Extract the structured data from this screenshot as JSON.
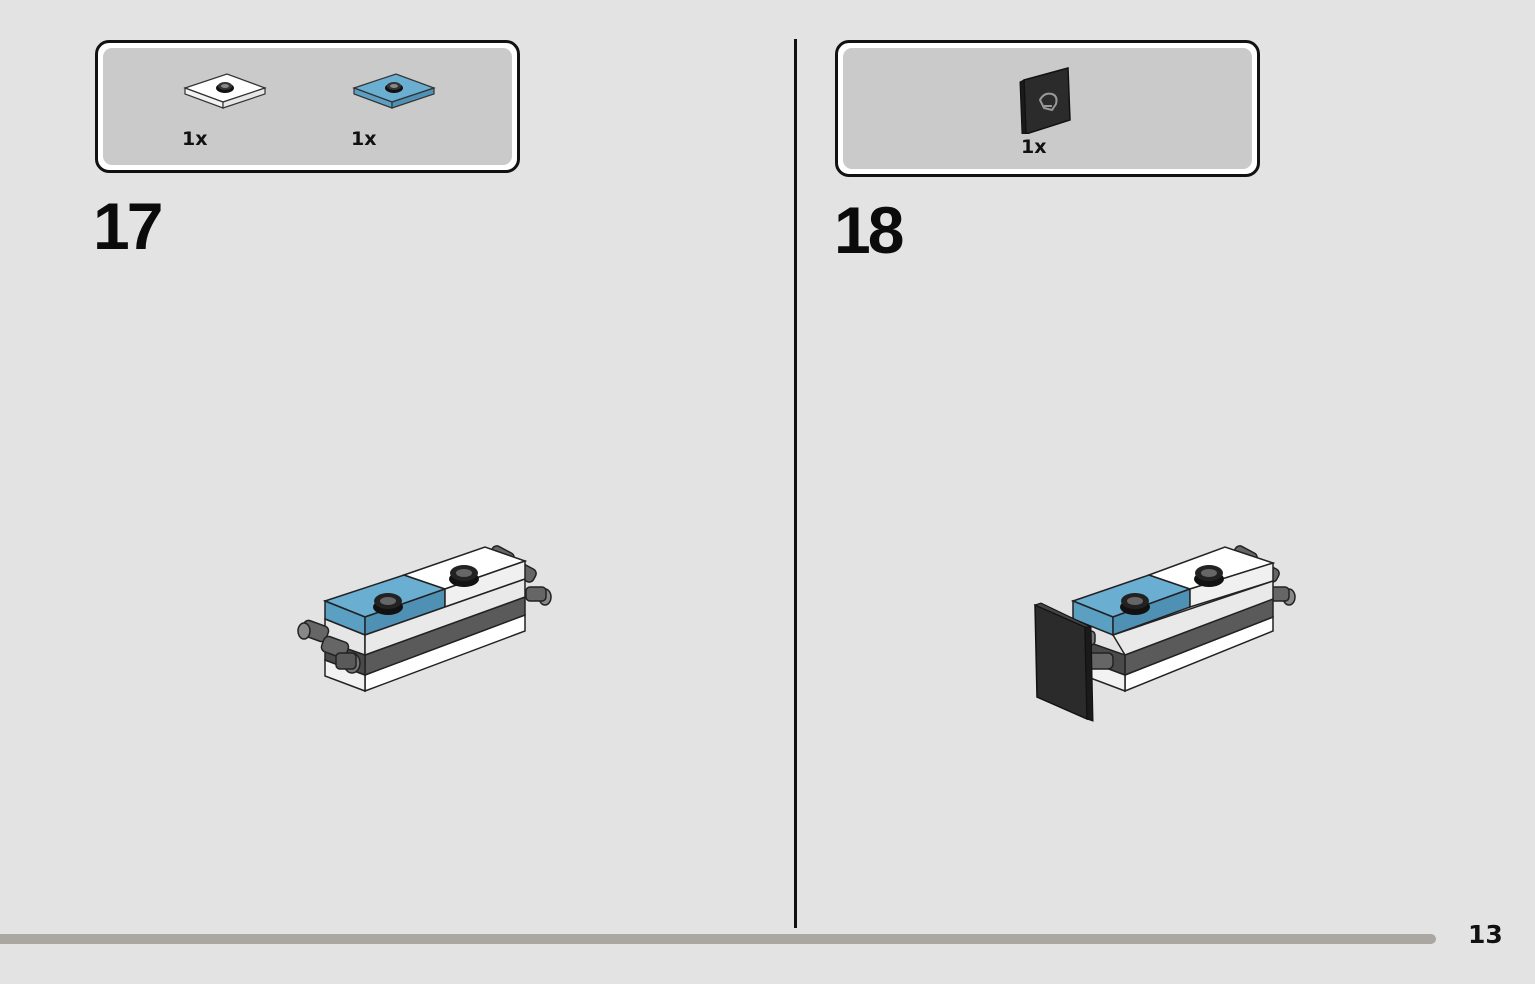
{
  "steps": [
    {
      "number": "17",
      "parts": [
        {
          "color_name": "white",
          "color": "#ffffff",
          "icon": "white-round-tile-icon",
          "qty": "1x"
        },
        {
          "color_name": "medium-azure",
          "color": "#6aaed2",
          "icon": "azure-round-tile-icon",
          "qty": "1x"
        }
      ],
      "model_icon": "step-17-assembly-icon"
    },
    {
      "number": "18",
      "parts": [
        {
          "color_name": "black",
          "color": "#2b2b2b",
          "icon": "black-clip-tile-icon",
          "qty": "1x"
        }
      ],
      "model_icon": "step-18-assembly-icon"
    }
  ],
  "page": {
    "number": "13",
    "background": "#e3e3e3",
    "progress_color": "#aaa6a1"
  },
  "colors": {
    "azure": "#6aaed2",
    "white": "#ffffff",
    "dark_gray": "#5a5a5a",
    "black": "#2b2b2b"
  }
}
